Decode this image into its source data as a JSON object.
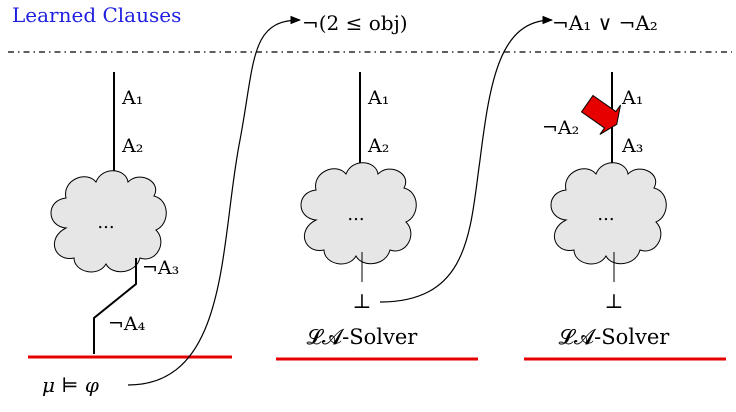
{
  "header": {
    "label": "Learned Clauses",
    "color": "#1f1fe0"
  },
  "clauses": {
    "first": "¬(2 ≤ obj)",
    "second": "¬A₁ ∨ ¬A₂"
  },
  "colors": {
    "baseline": "#e60000",
    "conflict_arrow": "#e60000",
    "cloud_fill": "#e6e6e6"
  },
  "panels": [
    {
      "top_labels": [
        "A₁",
        "A₂"
      ],
      "cloud_text": "...",
      "branch_labels": [
        "¬A₃",
        "¬A₄"
      ],
      "bottom_formula": "μ ⊨ φ"
    },
    {
      "top_labels": [
        "A₁",
        "A₂"
      ],
      "cloud_text": "...",
      "conflict": "⊥",
      "solver": "𝓛𝓐-Solver"
    },
    {
      "top_labels": [
        "A₁",
        "A₃"
      ],
      "flipped_label": "¬A₂",
      "cloud_text": "...",
      "conflict": "⊥",
      "solver": "𝓛𝓐-Solver"
    }
  ]
}
